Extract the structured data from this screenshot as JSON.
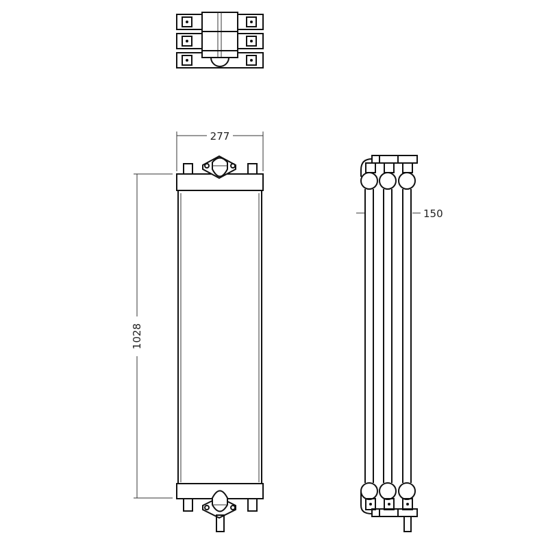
{
  "drawing": {
    "views": [
      "top-view",
      "front-view",
      "side-view"
    ],
    "dimensions": {
      "width": "277",
      "height": "1028",
      "depth": "150"
    },
    "colors": {
      "line": "#111111",
      "background": "#ffffff"
    }
  }
}
